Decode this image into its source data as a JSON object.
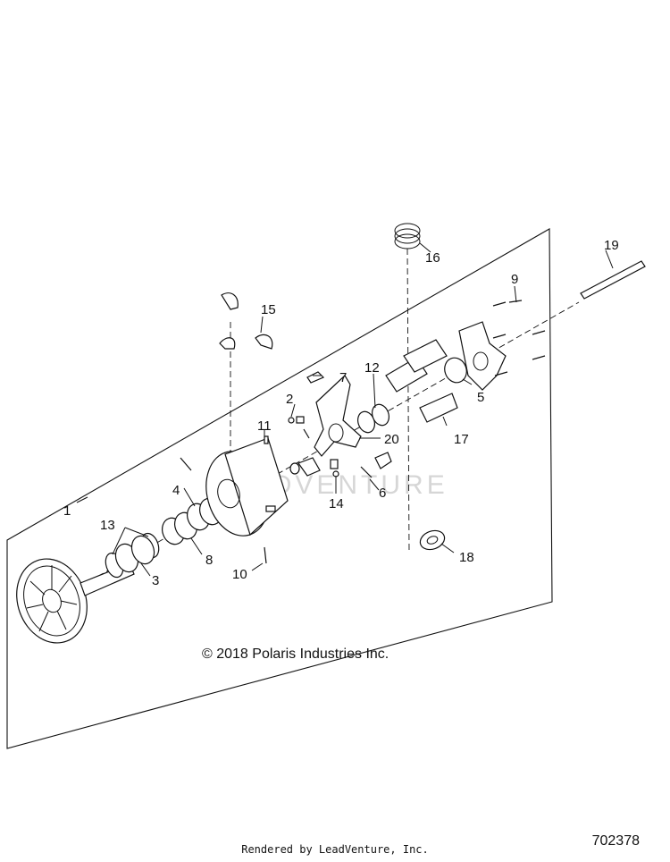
{
  "diagram": {
    "callouts": {
      "c1": "1",
      "c2": "2",
      "c3": "3",
      "c4": "4",
      "c5": "5",
      "c6": "6",
      "c7": "7",
      "c8": "8",
      "c9": "9",
      "c10": "10",
      "c11": "11",
      "c12": "12",
      "c13": "13",
      "c14": "14",
      "c15": "15",
      "c16": "16",
      "c17": "17",
      "c18": "18",
      "c19": "19",
      "c20": "20"
    },
    "copyright": "© 2018 Polaris Industries Inc.",
    "watermark": "LEADVENTURE"
  },
  "footer": {
    "rendered_by": "Rendered by LeadVenture, Inc.",
    "diagram_id": "702378"
  }
}
